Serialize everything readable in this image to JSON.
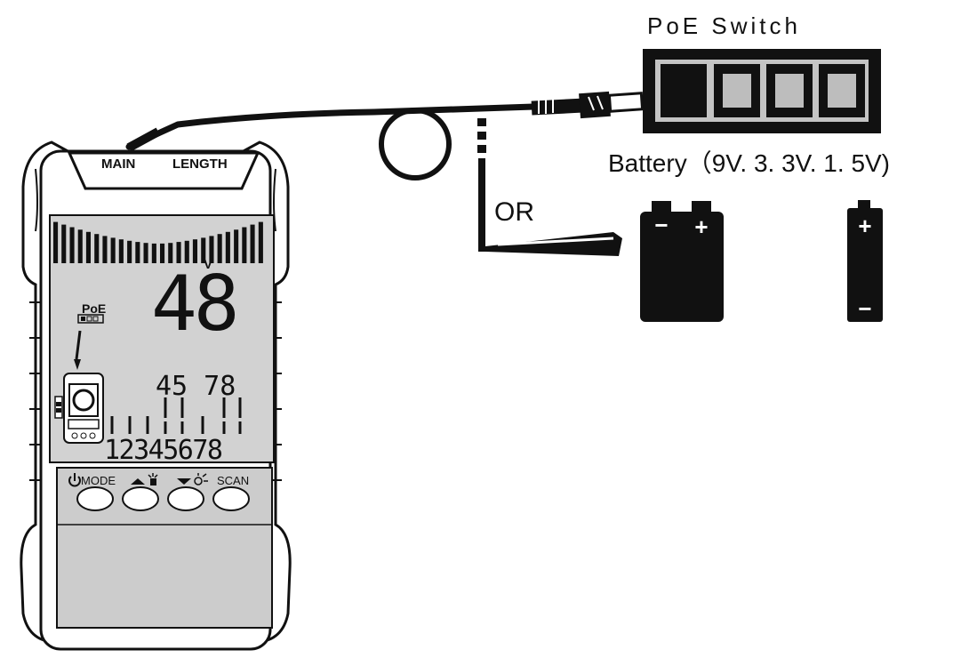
{
  "switch": {
    "title": "PoE Switch",
    "ports": [
      {
        "state": "active"
      },
      {
        "state": "idle"
      },
      {
        "state": "idle"
      },
      {
        "state": "idle"
      }
    ]
  },
  "battery_caption": "Battery（9V. 3. 3V. 1. 5V)",
  "or_label": "OR",
  "battery_9v": {
    "neg_sign": "−",
    "pos_sign": "+"
  },
  "battery_small": {
    "pos_sign": "+",
    "neg_sign": "−"
  },
  "tester": {
    "port_labels": {
      "main": "MAIN",
      "length": "LENGTH"
    },
    "display": {
      "voltage_unit": "V",
      "voltage_value": "48",
      "poe_label": "PoE",
      "pins_top": "45 78",
      "pins_bottom": "12345678",
      "signal_bar_count": 26
    },
    "buttons": [
      {
        "label": "MODE",
        "icon": "power-icon"
      },
      {
        "label": "",
        "icon": "up-flashlight-icon"
      },
      {
        "label": "",
        "icon": "down-lamp-icon"
      },
      {
        "label": "SCAN",
        "icon": ""
      }
    ]
  },
  "colors": {
    "outline": "#111111",
    "lcd": "#d2d2d2",
    "panel": "#cccccc",
    "port_idle": "#bdbdbd"
  }
}
